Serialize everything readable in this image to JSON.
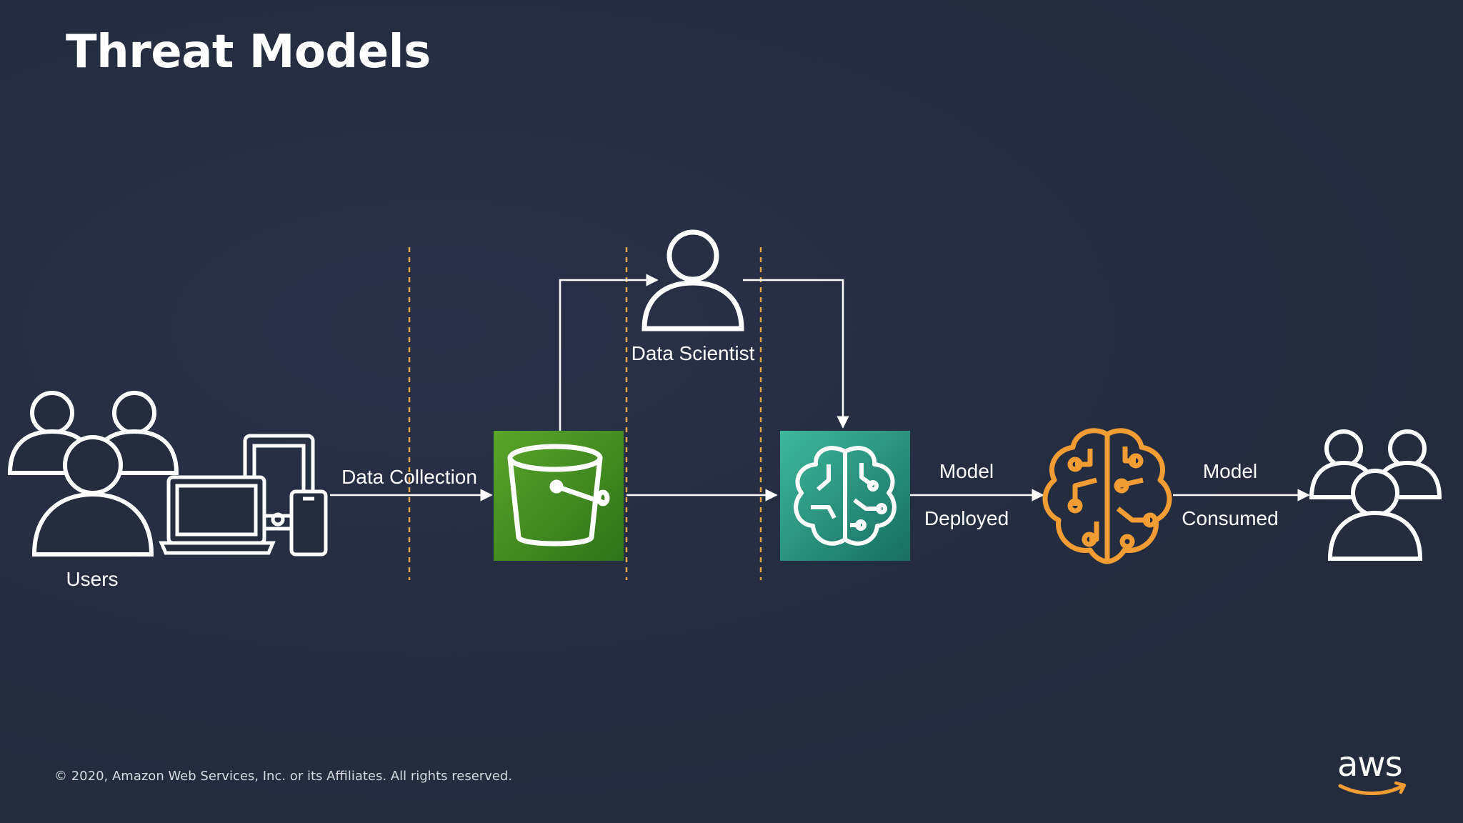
{
  "slide": {
    "title": "Threat Models",
    "footer": "© 2020, Amazon Web Services, Inc. or its Affiliates. All rights reserved.",
    "logo_text": "aws"
  },
  "diagram": {
    "nodes": {
      "users": {
        "label": "Users",
        "icon": "users-group-icon"
      },
      "devices": {
        "icon": "devices-icon"
      },
      "s3_bucket": {
        "icon": "s3-bucket-icon",
        "color": "#3f8624"
      },
      "data_scientist": {
        "label": "Data Scientist",
        "icon": "person-icon"
      },
      "sagemaker": {
        "icon": "sagemaker-brain-icon",
        "color": "#1f8f7c"
      },
      "ml_model": {
        "icon": "ml-model-brain-icon",
        "color": "#f29c34"
      },
      "consumers": {
        "icon": "consumers-group-icon"
      }
    },
    "edges": {
      "data_collection": "Data Collection",
      "model_deployed_line1": "Model",
      "model_deployed_line2": "Deployed",
      "model_consumed_line1": "Model",
      "model_consumed_line2": "Consumed"
    },
    "boundary_color": "#e8a64a",
    "line_color": "#ffffff"
  }
}
